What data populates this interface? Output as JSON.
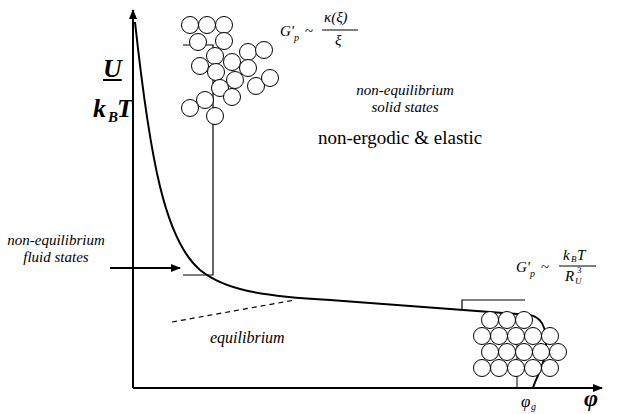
{
  "diagram": {
    "labels": [
      "U",
      "k",
      "B",
      "T",
      "G'",
      "p",
      "~",
      "κ(ξ)",
      "ξ",
      "non-equilibrium solid states",
      "non-ergodic & elastic",
      "non-equilibrium fluid states",
      "equilibrium",
      "G'",
      "p",
      "~",
      "k",
      "B",
      "T",
      "R",
      "U",
      "3",
      "φ",
      "φ",
      "g"
    ]
  }
}
